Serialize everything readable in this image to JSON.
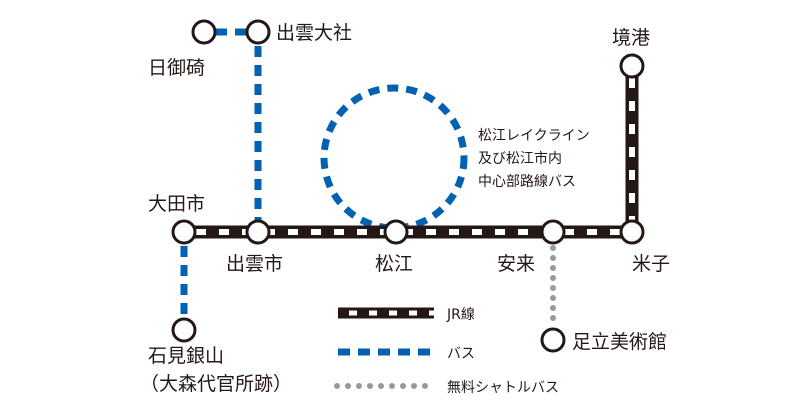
{
  "colors": {
    "rail": "#231815",
    "bus": "#0062b1",
    "shuttle": "#999999"
  },
  "stations": {
    "hinomisaki": "日御碕",
    "izumo_taisha": "出雲大社",
    "sakaiminato": "境港",
    "oda": "大田市",
    "izumo": "出雲市",
    "matsue": "松江",
    "yasugi": "安来",
    "yonago": "米子",
    "iwami_ginzan": "石見銀山",
    "iwami_ginzan_sub": "（大森代官所跡）",
    "adachi": "足立美術館"
  },
  "loop_label": [
    "松江レイクライン",
    "及び松江市内",
    "中心部路線バス"
  ],
  "legend": {
    "rail": "JR線",
    "bus": "バス",
    "shuttle": "無料シャトルバス"
  }
}
